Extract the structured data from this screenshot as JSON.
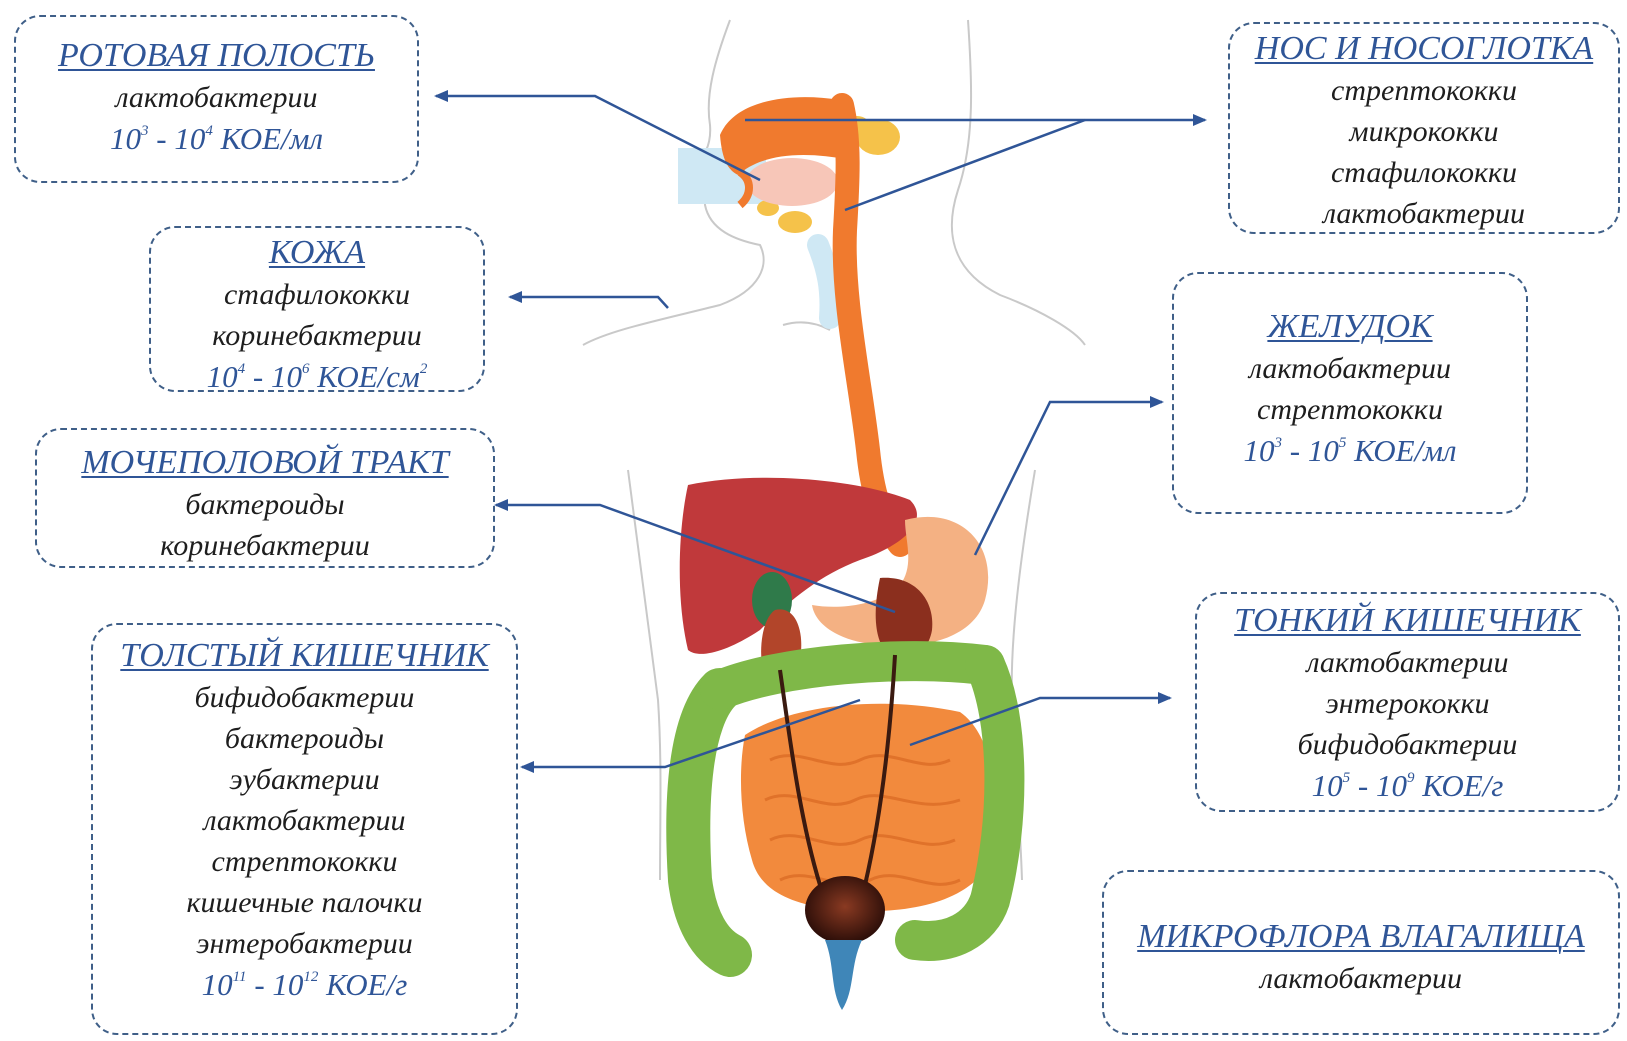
{
  "regions": {
    "oral_cavity": {
      "title": "РОТОВАЯ ПОЛОСТЬ",
      "items": [
        "лактобактерии"
      ],
      "count": {
        "from_base": "10",
        "from_exp": "3",
        "to_base": "10",
        "to_exp": "4",
        "unit": "КОЕ/мл"
      }
    },
    "skin": {
      "title": "КОЖА",
      "items": [
        "стафилококки",
        "коринебактерии"
      ],
      "count": {
        "from_base": "10",
        "from_exp": "4",
        "to_base": "10",
        "to_exp": "6",
        "unit": "КОЕ/см",
        "unit_exp": "2"
      }
    },
    "urogenital": {
      "title": "МОЧЕПОЛОВОЙ ТРАКТ",
      "items": [
        "бактероиды",
        "коринебактерии"
      ]
    },
    "large_intestine": {
      "title": "ТОЛСТЫЙ КИШЕЧНИК",
      "items": [
        "бифидобактерии",
        "бактероиды",
        "эубактерии",
        "лактобактерии",
        "стрептококки",
        "кишечные палочки",
        "энтеробактерии"
      ],
      "count": {
        "from_base": "10",
        "from_exp": "11",
        "to_base": "10",
        "to_exp": "12",
        "unit": "КОЕ/г"
      }
    },
    "nasopharynx": {
      "title": "НОС И НОСОГЛОТКА",
      "items": [
        "стрептококки",
        "микрококки",
        "стафилококки",
        "лактобактерии"
      ]
    },
    "stomach": {
      "title": "ЖЕЛУДОК",
      "items": [
        "лактобактерии",
        "стрептококки"
      ],
      "count": {
        "from_base": "10",
        "from_exp": "3",
        "to_base": "10",
        "to_exp": "5",
        "unit": "КОЕ/мл"
      }
    },
    "small_intestine": {
      "title": "ТОНКИЙ КИШЕЧНИК",
      "items": [
        "лактобактерии",
        "энтерококки",
        "бифидобактерии"
      ],
      "count": {
        "from_base": "10",
        "from_exp": "5",
        "to_base": "10",
        "to_exp": "9",
        "unit": "КОЕ/г"
      }
    },
    "vaginal": {
      "title": "МИКРОФЛОРА ВЛАГАЛИЩА",
      "items": [
        "лактобактерии"
      ]
    }
  },
  "colors": {
    "box_border": "#3f5f88",
    "title": "#2f5597",
    "arrow": "#2f5597",
    "esophagus": "#f07a2e",
    "liver": "#c0393b",
    "stomach": "#f4b183",
    "large_intestine": "#7fb848",
    "small_intestine": "#f28a3d",
    "bladder": "#4a1c12"
  }
}
